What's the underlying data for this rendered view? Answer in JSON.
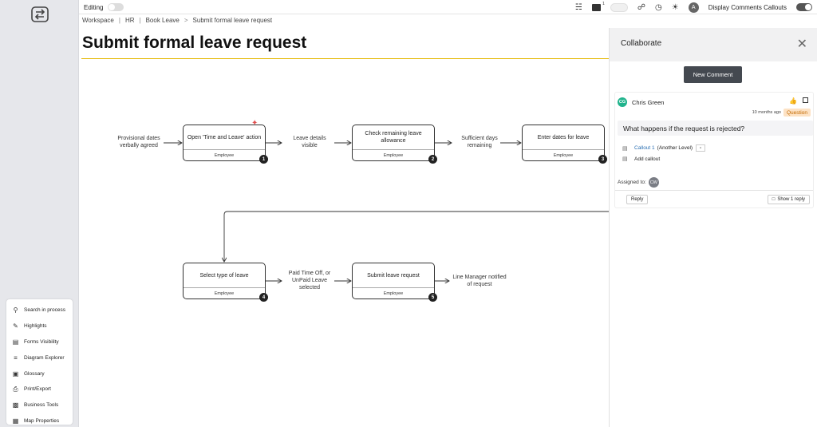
{
  "topbar": {
    "editing_label": "Editing",
    "display_comments_callouts": "Display Comments Callouts",
    "avatar_initial": "A",
    "notification_count": "1"
  },
  "breadcrumb": [
    "Workspace",
    "HR",
    "Book Leave",
    "Submit formal leave request"
  ],
  "page_title": "Submit formal leave request",
  "tools": [
    {
      "label": "Search in process",
      "icon": "search-icon"
    },
    {
      "label": "Highlights",
      "icon": "highlighter-icon"
    },
    {
      "label": "Forms Visibility",
      "icon": "form-icon"
    },
    {
      "label": "Diagram Explorer",
      "icon": "tree-icon"
    },
    {
      "label": "Glossary",
      "icon": "book-icon"
    },
    {
      "label": "Print/Export",
      "icon": "printer-icon"
    },
    {
      "label": "Business Tools",
      "icon": "briefcase-icon"
    },
    {
      "label": "Map Properties",
      "icon": "map-icon"
    }
  ],
  "diagram": {
    "nodes": [
      {
        "label": "Open 'Time and Leave' action",
        "role": "Employee",
        "num": "1"
      },
      {
        "label": "Check remaining leave allowance",
        "role": "Employee",
        "num": "2"
      },
      {
        "label": "Enter dates for leave",
        "role": "Employee",
        "num": "3"
      },
      {
        "label": "Select type of leave",
        "role": "Employee",
        "num": "4"
      },
      {
        "label": "Submit leave request",
        "role": "Employee",
        "num": "5"
      }
    ],
    "flow_texts": [
      "Provisional dates verbally agreed",
      "Leave details visible",
      "Sufficient days remaining",
      "Paid Time Off, or UnPaid Leave selected",
      "Line Manager notified of request"
    ]
  },
  "panel": {
    "title": "Collaborate",
    "new_comment": "New Comment",
    "comment": {
      "author_initials": "CG",
      "author": "Chris Green",
      "time": "10 months ago",
      "badge": "Question",
      "text": "What happens if the request is rejected?",
      "callout_link": "Callout 1",
      "callout_level": "(Another Level)",
      "add_callout": "Add callout",
      "assigned_label": "Assigned to:",
      "assignee_initials": "CW",
      "reply": "Reply",
      "show_replies": "Show 1 reply"
    }
  },
  "colors": {
    "accent_line": "#e5b800",
    "badge_bg": "#fde2c4",
    "badge_text": "#c36a00",
    "author_avatar": "#20b38c",
    "button_dark": "#444950",
    "link": "#2a6fb3"
  }
}
